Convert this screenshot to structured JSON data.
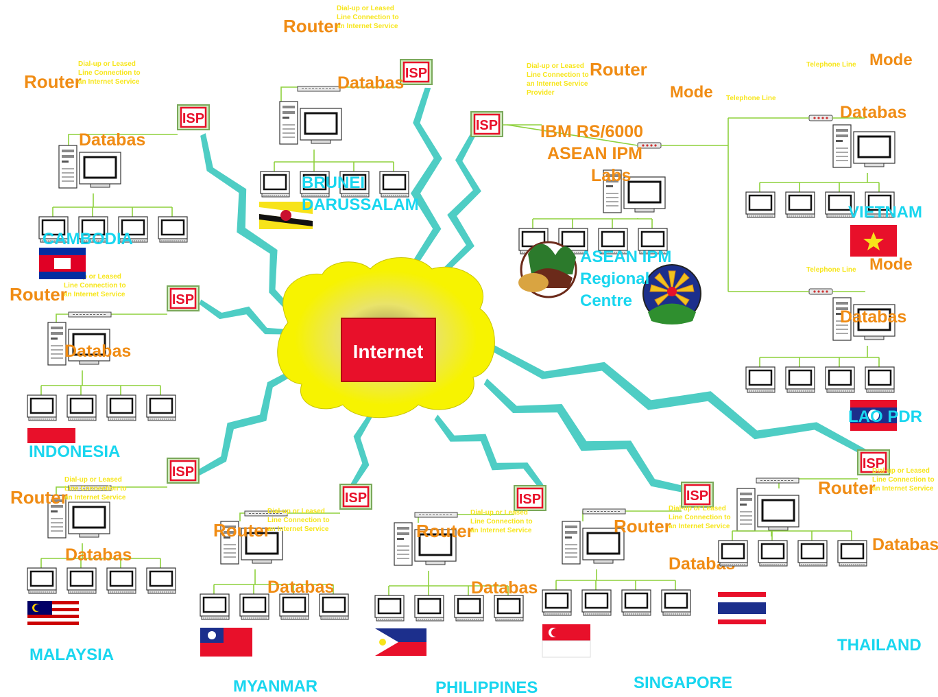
{
  "internet": {
    "label": "Internet"
  },
  "isp_label": "ISP",
  "router_label": "Router",
  "database_label": "Databas",
  "dialup_lines": [
    "Dial-up or Leased",
    "Line Connection to",
    "an Internet Service"
  ],
  "dialup_lines_full": [
    "Dial-up or Leased",
    "Line Connection to",
    "an Internet Service",
    "Provider"
  ],
  "modem_label": "Mode",
  "telephone_label": "Telephone Line",
  "asean_center": {
    "server_lines": [
      "IBM RS/6000",
      "ASEAN IPM",
      "Labs"
    ],
    "name_lines": [
      "ASEAN IPM",
      "Regional",
      "Centre"
    ]
  },
  "countries": {
    "cambodia": "CAMBODIA",
    "brunei": [
      "BRUNEI",
      "DARUSSALAM"
    ],
    "indonesia": "INDONESIA",
    "malaysia": "MALAYSIA",
    "myanmar": "MYANMAR",
    "philippines": "PHILIPPINES",
    "singapore": "SINGAPORE",
    "thailand": "THAILAND",
    "vietnam": "VIETNAM",
    "lao": "LAO PDR"
  },
  "colors": {
    "cloud": "#f7f300",
    "internet_box": "#e8102a",
    "isp_box": "#e8102a",
    "isp_bg": "#cfeec0",
    "lightning": "#4ecdc4",
    "link": "#8ed13c",
    "label_orange": "#f08c14",
    "label_cyan": "#19d6ef",
    "label_yellow": "#f7e61c"
  }
}
